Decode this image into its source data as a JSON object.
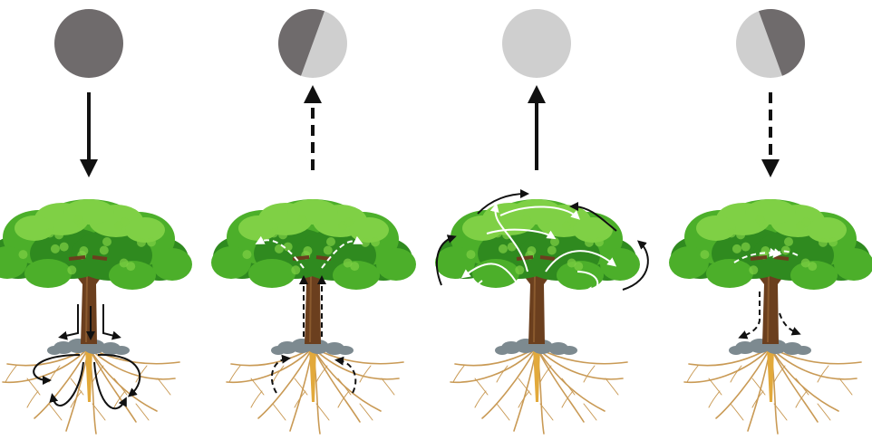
{
  "colors": {
    "moon_dark": "#6f6b6c",
    "moon_light": "#cfcfcf",
    "arrow": "#111111",
    "flow_white": "#ffffff",
    "leaf_dark": "#2f8a1f",
    "leaf_mid": "#4caf2a",
    "leaf_light": "#7fd045",
    "trunk": "#6b3f1e",
    "trunk_light": "#8a5a2e",
    "root": "#c99a55",
    "root_core": "#e2a93b",
    "stone": "#7d8a90"
  },
  "panels": [
    {
      "phase": "new-moon",
      "moon_fill": "dark",
      "arrow_direction": "down",
      "arrow_style": "solid",
      "flow": "descending-to-roots"
    },
    {
      "phase": "waxing",
      "moon_fill": "half-dark-left",
      "arrow_direction": "up",
      "arrow_style": "dashed",
      "flow": "rising-in-trunk"
    },
    {
      "phase": "full-moon",
      "moon_fill": "light",
      "arrow_direction": "up",
      "arrow_style": "solid",
      "flow": "circulating-in-canopy"
    },
    {
      "phase": "waning",
      "moon_fill": "half-dark-right",
      "arrow_direction": "down",
      "arrow_style": "dashed",
      "flow": "descending-in-trunk"
    }
  ]
}
